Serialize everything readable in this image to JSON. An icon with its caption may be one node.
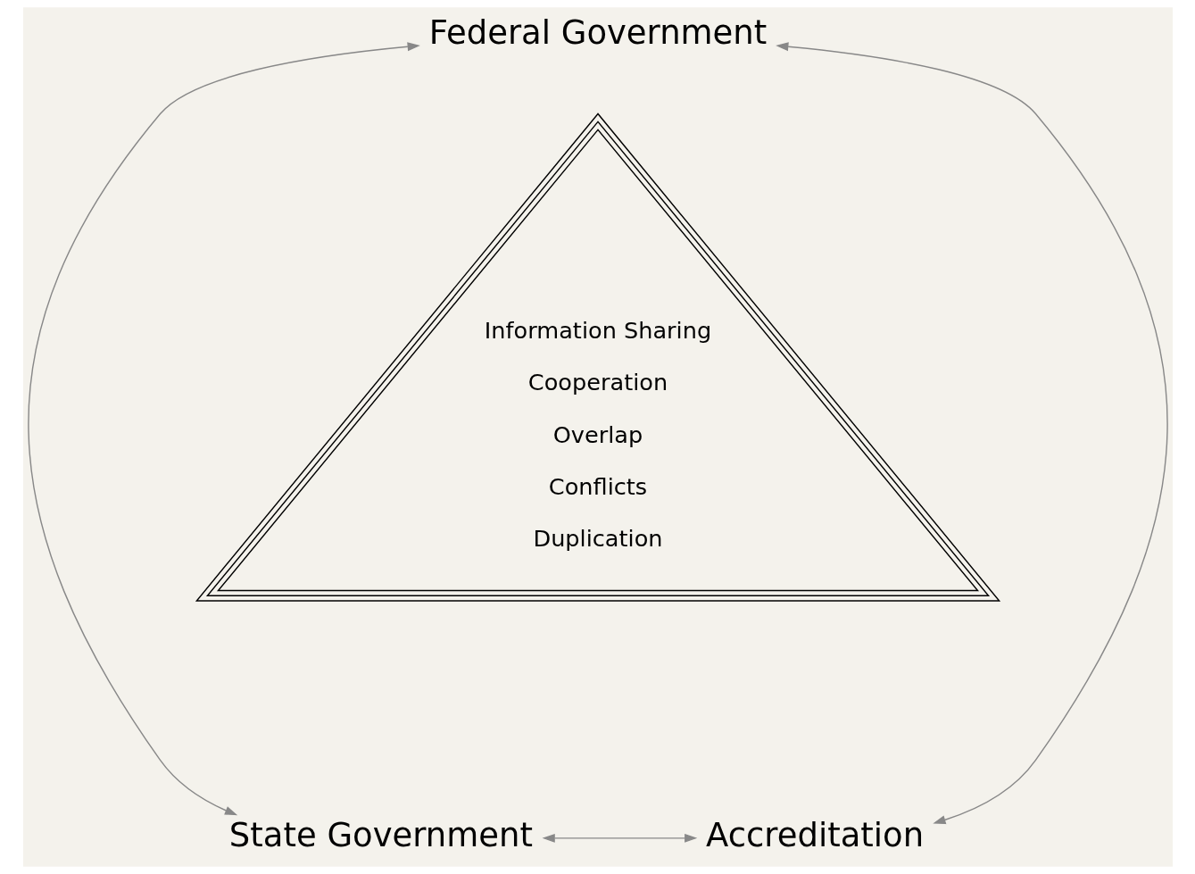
{
  "diagram": {
    "nodes": [
      {
        "text": [
          "Federal Government"
        ]
      },
      {
        "text": [
          "State Government"
        ]
      },
      {
        "text": [
          "Accreditation"
        ]
      },
      {
        "text": [
          "Information Sharing",
          "Cooperation",
          "Overlap",
          "Conflicts",
          "Duplication"
        ]
      }
    ],
    "edges": [
      {
        "from": 0,
        "to": 1,
        "arrow": "both"
      },
      {
        "from": 0,
        "to": 2,
        "arrow": "both"
      },
      {
        "from": 1,
        "to": 2,
        "arrow": "both"
      }
    ]
  }
}
